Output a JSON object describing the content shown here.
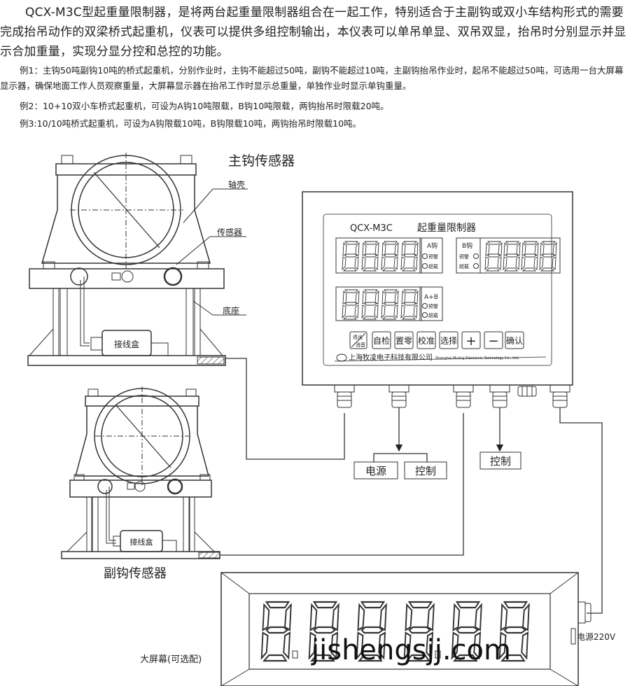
{
  "intro": {
    "main": "QCX-M3C型起重量限制器，是将两台起重量限制器组合在一起工作，特别适合于主副钩或双小车结构形式的需要完成抬吊动作的双梁桥式起重机，仪表可以提供多组控制输出，本仪表可以单吊单显、双吊双显，抬吊时分别显示并显示合加重量，实现分显分控和总控的功能。",
    "example1": "例1：主钩50吨副钩10吨的桥式起重机，分别作业时，主钩不能超过50吨，副钩不能超过10吨，主副钩抬吊作业时，起吊不能超过50吨，可选用一台大屏幕显示器，确保地面工作人员观察重量，大屏幕显示器在抬吊工作时显示总重量，单独作业时显示单钩重量。",
    "example2": "例2：10+10双小车桥式起重机，可设为A钩10吨限载，B钩10吨限载，两钩抬吊时限载20吨。",
    "example3": "例3:10/10吨桥式起重机，可设为A钩限载10吨，B钩限载10吨，两钩抬吊时限载10吨。"
  },
  "diagram": {
    "main_sensor_title": "主钩传感器",
    "label_shell": "轴壳",
    "label_sensor": "传感器",
    "label_base": "底座",
    "junction_box": "接线盒",
    "junction_box_2": "接线盒",
    "aux_sensor_title": "副钩传感器",
    "big_screen_label": "大屏幕(可选配)",
    "power_220": "电源220V",
    "out_power": "电源",
    "out_control": "控制",
    "out_control_2": "控制"
  },
  "instrument": {
    "model": "QCX-M3C",
    "name": "起重量限制器",
    "display_a_digits": "8888",
    "display_b_digits": "8888",
    "display_ab_digits": "8888",
    "label_a": "A钩",
    "label_b": "B钩",
    "label_ab": "A+B",
    "warn": "预警",
    "over": "超载",
    "btn_exit_top": "退出",
    "btn_exit_bottom": "消音",
    "btn_selftest": "自检",
    "btn_zero": "置零",
    "btn_calibrate": "校准",
    "btn_select": "选择",
    "btn_plus": "+",
    "btn_minus": "−",
    "btn_confirm": "确认",
    "company_cn": "上海牧凌电子科技有限公司",
    "company_en": "Shanghai Muling Electronic Technology Co., Ltd."
  },
  "big_screen": {
    "digits": "888888"
  },
  "watermark": "jishengsjj.com"
}
